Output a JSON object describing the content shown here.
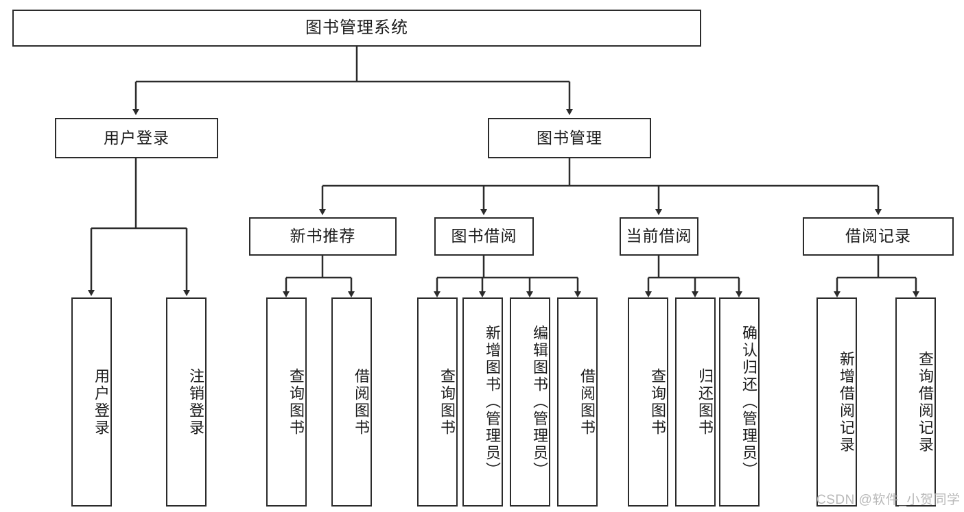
{
  "diagram": {
    "title": "图书管理系统",
    "watermark": "CSDN @软件_小贺同学",
    "stroke_color": "#2b2b2b",
    "background_color": "#ffffff",
    "text_color": "#1b1b1b",
    "watermark_color": "#b9b9b9",
    "levels": {
      "root": {
        "label": "图书管理系统"
      },
      "level2": [
        {
          "label": "用户登录"
        },
        {
          "label": "图书管理"
        }
      ],
      "level3": [
        {
          "label": "新书推荐"
        },
        {
          "label": "图书借阅"
        },
        {
          "label": "当前借阅"
        },
        {
          "label": "借阅记录"
        }
      ],
      "leaves": {
        "user_login": [
          {
            "label": "用户登录"
          },
          {
            "label": "注销登录"
          }
        ],
        "new_book_recommend": [
          {
            "label": "查询图书"
          },
          {
            "label": "借阅图书"
          }
        ],
        "book_borrow": [
          {
            "label": "查询图书"
          },
          {
            "label": "新增图书（管理员）"
          },
          {
            "label": "编辑图书（管理员）"
          },
          {
            "label": "借阅图书"
          }
        ],
        "current_borrow": [
          {
            "label": "查询图书"
          },
          {
            "label": "归还图书"
          },
          {
            "label": "确认归还（管理员）"
          }
        ],
        "borrow_record": [
          {
            "label": "新增借阅记录"
          },
          {
            "label": "查询借阅记录"
          }
        ]
      }
    }
  }
}
